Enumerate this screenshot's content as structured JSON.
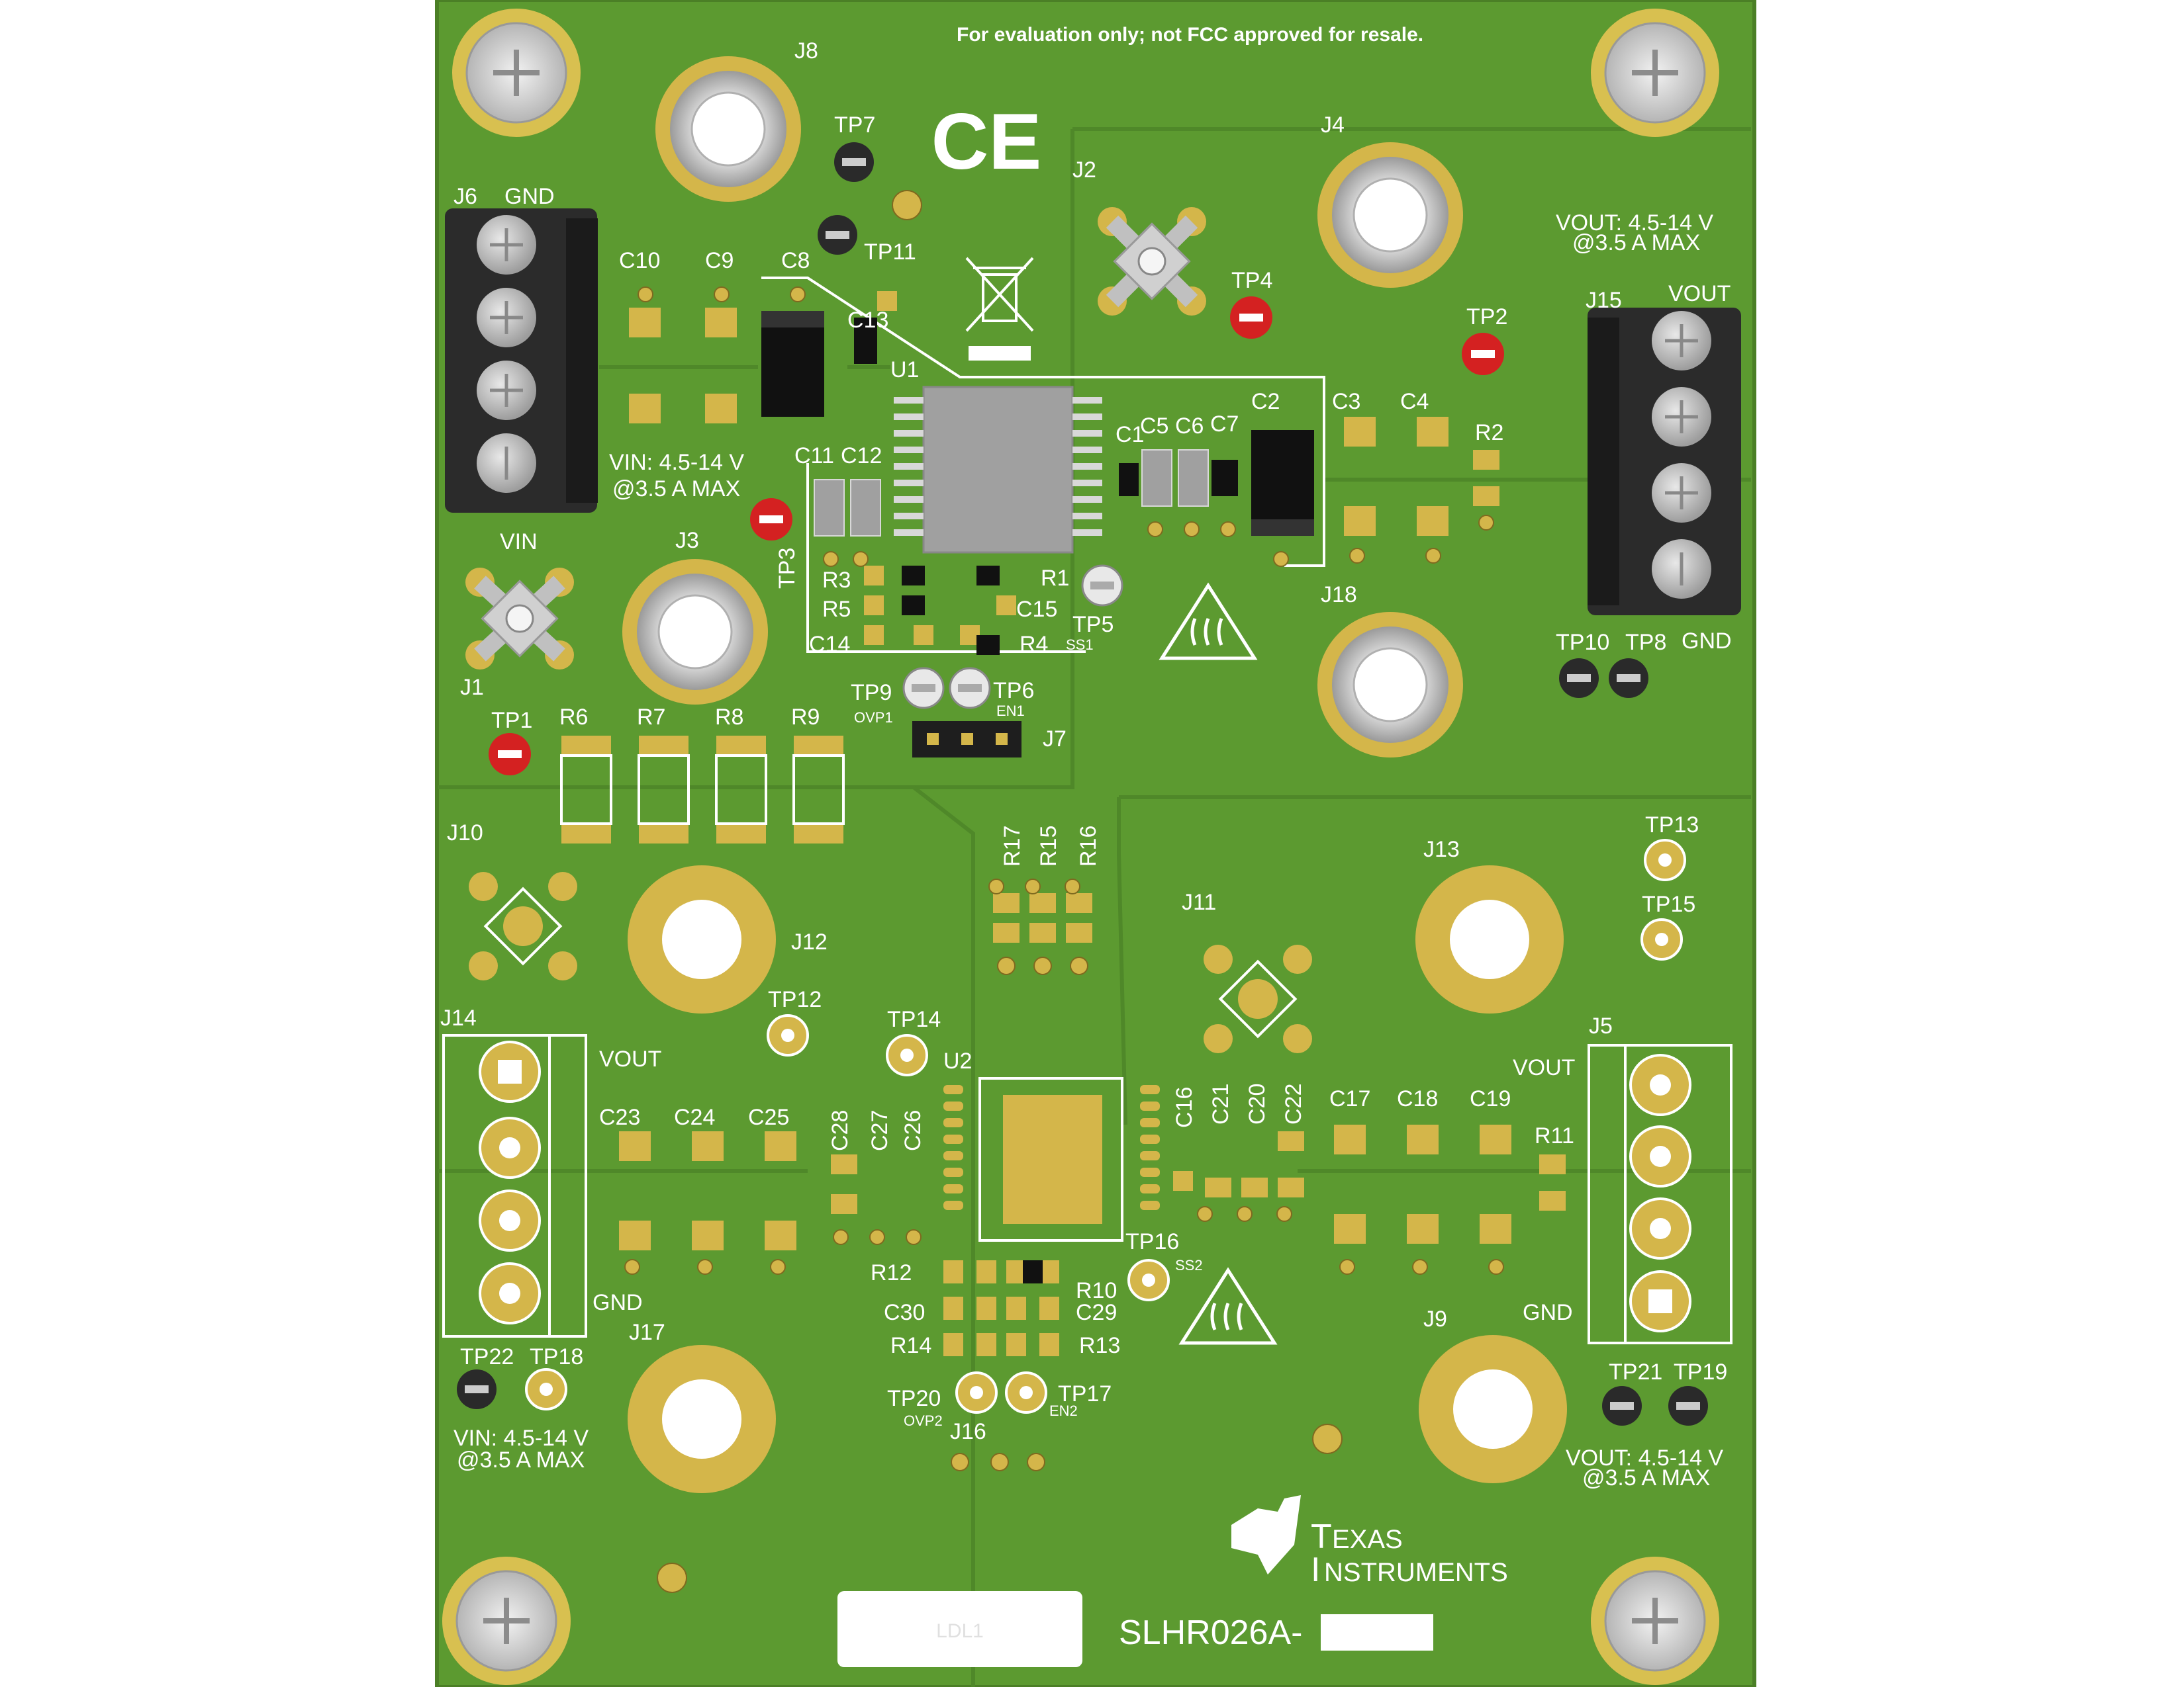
{
  "board": {
    "fcc_notice": "For evaluation only; not FCC approved for resale.",
    "ce_mark": "CE",
    "part_number": "SLHR026A-",
    "ldl_label": "LDL1",
    "logo": "TEXAS INSTRUMENTS",
    "colors": {
      "board": "#5e9a32",
      "pad": "#d4b64a",
      "red_tp": "#d42121",
      "connector": "#2b2b2b"
    }
  },
  "annotations": {
    "vin_top": "VIN: 4.5-14 V",
    "amax_top_left": "@3.5 A MAX",
    "vout_top": "VOUT: 4.5-14 V",
    "amax_top_right": "@3.5 A MAX",
    "vin_bottom": "VIN: 4.5-14 V",
    "amax_bottom_left": "@3.5 A MAX",
    "vout_bottom": "VOUT: 4.5-14 V",
    "amax_bottom_right": "@3.5 A MAX",
    "gnd_j6": "GND",
    "vin_j6": "VIN",
    "vout_j15": "VOUT",
    "gnd_j15": "GND",
    "vout_j14": "VOUT",
    "gnd_j14": "GND",
    "vout_j5": "VOUT",
    "gnd_j5": "GND",
    "ss1": "SS1",
    "ovp1": "OVP1",
    "en1": "EN1",
    "ss2": "SS2",
    "ovp2": "OVP2",
    "en2": "EN2"
  },
  "refdes": {
    "J1": "J1",
    "J2": "J2",
    "J3": "J3",
    "J4": "J4",
    "J5": "J5",
    "J6": "J6",
    "J7": "J7",
    "J8": "J8",
    "J9": "J9",
    "J10": "J10",
    "J11": "J11",
    "J12": "J12",
    "J13": "J13",
    "J14": "J14",
    "J15": "J15",
    "J16": "J16",
    "J17": "J17",
    "J18": "J18",
    "TP1": "TP1",
    "TP2": "TP2",
    "TP3": "TP3",
    "TP4": "TP4",
    "TP5": "TP5",
    "TP6": "TP6",
    "TP7": "TP7",
    "TP8": "TP8",
    "TP9": "TP9",
    "TP10": "TP10",
    "TP11": "TP11",
    "TP12": "TP12",
    "TP13": "TP13",
    "TP14": "TP14",
    "TP15": "TP15",
    "TP16": "TP16",
    "TP17": "TP17",
    "TP18": "TP18",
    "TP19": "TP19",
    "TP20": "TP20",
    "TP21": "TP21",
    "TP22": "TP22",
    "C1": "C1",
    "C2": "C2",
    "C3": "C3",
    "C4": "C4",
    "C5": "C5",
    "C6": "C6",
    "C7": "C7",
    "C8": "C8",
    "C9": "C9",
    "C10": "C10",
    "C11": "C11",
    "C12": "C12",
    "C13": "C13",
    "C14": "C14",
    "C15": "C15",
    "C16": "C16",
    "C17": "C17",
    "C18": "C18",
    "C19": "C19",
    "C20": "C20",
    "C21": "C21",
    "C22": "C22",
    "C23": "C23",
    "C24": "C24",
    "C25": "C25",
    "C26": "C26",
    "C27": "C27",
    "C28": "C28",
    "C29": "C29",
    "C30": "C30",
    "R1": "R1",
    "R2": "R2",
    "R3": "R3",
    "R4": "R4",
    "R5": "R5",
    "R6": "R6",
    "R7": "R7",
    "R8": "R8",
    "R9": "R9",
    "R10": "R10",
    "R11": "R11",
    "R12": "R12",
    "R13": "R13",
    "R14": "R14",
    "R15": "R15",
    "R16": "R16",
    "R17": "R17",
    "U1": "U1",
    "U2": "U2"
  }
}
